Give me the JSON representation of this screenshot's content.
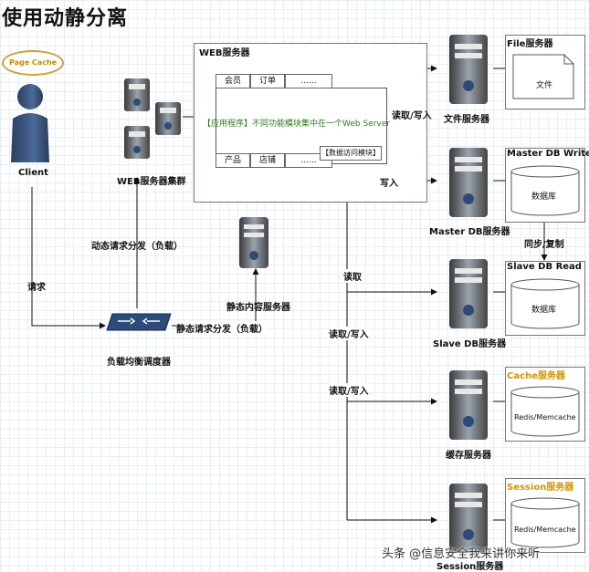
{
  "title": "使用动静分离",
  "page_cache": "Page Cache",
  "client_label": "Client",
  "web_cluster_label": "WEB服务器集群",
  "web_server_label": "WEB服务器",
  "modules_top": [
    "会员",
    "订单",
    "......"
  ],
  "modules_bottom": [
    "产品",
    "店铺",
    "......"
  ],
  "app_label": "【应用程序】不同功能模块集中在一个Web Server",
  "data_access_label": "【数据访问模块】",
  "file_server_title": "File服务器",
  "file_doc": "文件",
  "file_server_label": "文件服务器",
  "master_title": "Master DB Write",
  "master_db": "数据库",
  "master_label": "Master DB服务器",
  "slave_title": "Slave DB Read",
  "slave_db": "数据库",
  "slave_label": "Slave DB服务器",
  "sync_label": "同步/复制",
  "cache_title": "Cache服务器",
  "cache_db": "Redis/Memcache",
  "cache_label": "缓存服务器",
  "session_title": "Session服务器",
  "session_db": "Redis/Memcache",
  "session_label": "Session服务器",
  "static_label": "静态内容服务器",
  "lb_label": "负载均衡调度器",
  "request_label": "请求",
  "dynamic_label": "动态请求分发（负载）",
  "static_dispatch_label": "静态请求分发（负载）",
  "rw_file": "读取/写入",
  "write_master": "写入",
  "read_slave": "读取",
  "rw_cache": "读取/写入",
  "rw_session": "读取/写入",
  "watermark": "头条 @信息安全我来讲你来听"
}
